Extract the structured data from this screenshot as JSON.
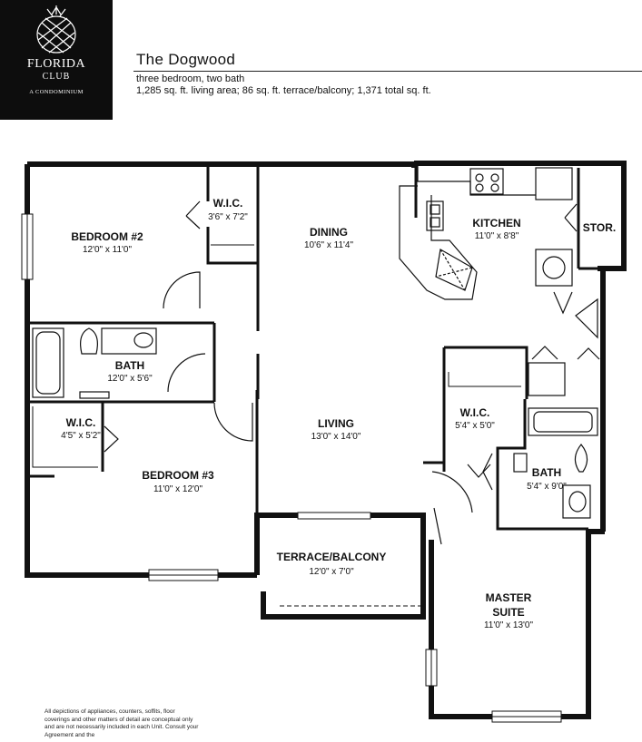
{
  "logo": {
    "line1": "FLORIDA",
    "line2": "CLUB",
    "line3": "A CONDOMINIUM"
  },
  "plan": {
    "title": "The Dogwood",
    "subtitle": "three bedroom, two bath",
    "area": "1,285 sq. ft. living area; 86 sq. ft. terrace/balcony; 1,371 total sq. ft."
  },
  "rooms": {
    "bedroom2": {
      "name": "BEDROOM #2",
      "dims": "12'0\" x 11'0\""
    },
    "wic_bed2": {
      "name": "W.I.C.",
      "dims": "3'6\" x 7'2\""
    },
    "dining": {
      "name": "DINING",
      "dims": "10'6\" x 11'4\""
    },
    "kitchen": {
      "name": "KITCHEN",
      "dims": "11'0\" x 8'8\""
    },
    "storage": {
      "name": "STOR."
    },
    "bath1": {
      "name": "BATH",
      "dims": "12'0\" x 5'6\""
    },
    "living": {
      "name": "LIVING",
      "dims": "13'0\" x 14'0\""
    },
    "wic_master": {
      "name": "W.I.C.",
      "dims": "5'4\" x 5'0\""
    },
    "wic_bed3": {
      "name": "W.I.C.",
      "dims": "4'5\" x 5'2\""
    },
    "bedroom3": {
      "name": "BEDROOM #3",
      "dims": "11'0\" x 12'0\""
    },
    "bath2": {
      "name": "BATH",
      "dims": "5'4\" x 9'0\""
    },
    "terrace": {
      "name": "TERRACE/BALCONY",
      "dims": "12'0\" x 7'0\""
    },
    "master": {
      "name": "MASTER",
      "name2": "SUITE",
      "dims": "11'0\" x 13'0\""
    }
  },
  "disclaimer": "All depictions of appliances, counters, soffits, floor coverings and other matters of detail are conceptual only and are not necessarily included in each Unit. Consult your Agreement and the"
}
